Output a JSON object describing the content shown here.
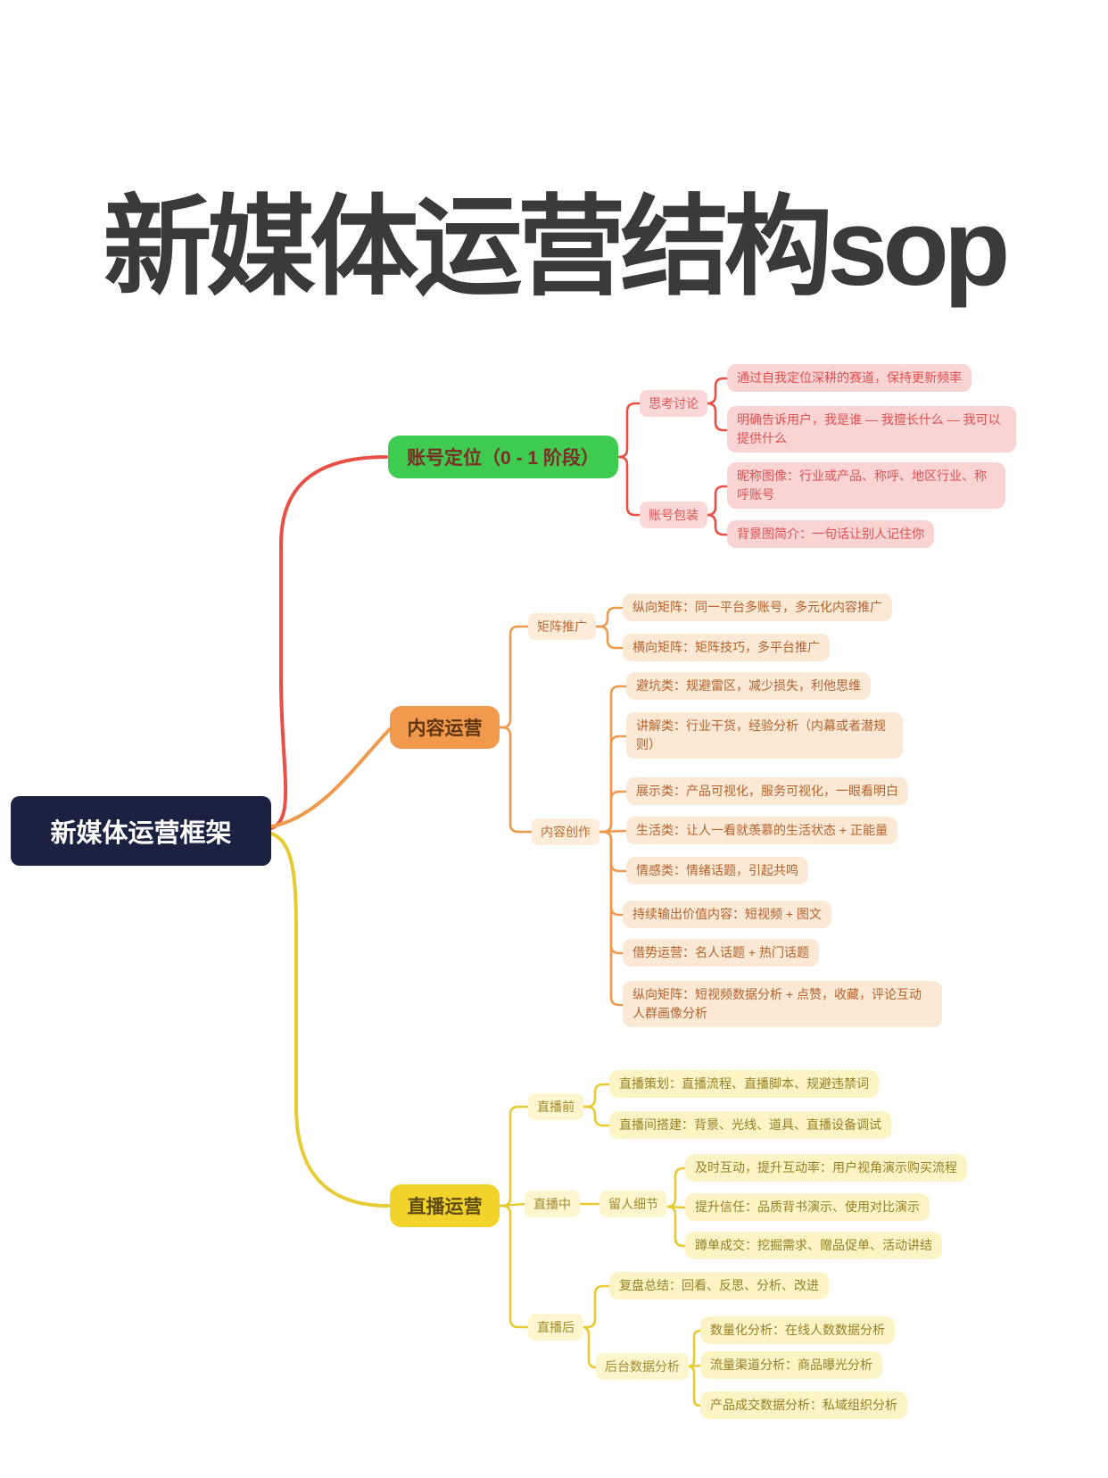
{
  "title": "新媒体运营结构sop",
  "root": {
    "label": "新媒体运营框架"
  },
  "colors": {
    "branch_red": "#e85045",
    "branch_orange": "#ee9a4d",
    "branch_yellow": "#e7cb32",
    "box_green": "#3ecb50",
    "box_orange": "#f19a4d",
    "box_yellow": "#f2d32a",
    "central_navy": "#1b2140",
    "pink_bg": "#fad3d3",
    "cream_bg": "#fbe8d5",
    "lightyellow_bg": "#fdf4c6"
  },
  "branches": {
    "positioning": {
      "label": "账号定位（0 - 1 阶段）",
      "thinking": {
        "label": "思考讨论",
        "leaves": [
          "通过自我定位深耕的赛道，保持更新频率",
          "明确告诉用户，我是谁 — 我擅长什么 — 我可以提供什么"
        ]
      },
      "packaging": {
        "label": "账号包装",
        "leaves": [
          "昵称图像：行业或产品、称呼、地区行业、称呼账号",
          "背景图简介：一句话让别人记住你"
        ]
      }
    },
    "content": {
      "label": "内容运营",
      "matrix": {
        "label": "矩阵推广",
        "leaves": [
          "纵向矩阵：同一平台多账号，多元化内容推广",
          "横向矩阵：矩阵技巧，多平台推广"
        ]
      },
      "creation": {
        "label": "内容创作",
        "leaves": [
          "避坑类：规避雷区，减少损失，利他思维",
          "讲解类：行业干货，经验分析（内幕或者潜规则）",
          "展示类：产品可视化，服务可视化，一眼看明白",
          "生活类：让人一看就羡慕的生活状态 + 正能量",
          "情感类：情绪话题，引起共鸣",
          "持续输出价值内容：短视频 + 图文",
          "借势运营：名人话题 + 热门话题",
          "纵向矩阵：短视频数据分析 + 点赞，收藏，评论互动人群画像分析"
        ]
      }
    },
    "live": {
      "label": "直播运营",
      "before": {
        "label": "直播前",
        "leaves": [
          "直播策划：直播流程、直播脚本、规避违禁词",
          "直播间搭建：背景、光线、道具、直播设备调试"
        ]
      },
      "during": {
        "label": "直播中",
        "retain": {
          "label": "留人细节",
          "leaves": [
            "及时互动，提升互动率：用户视角演示购买流程",
            "提升信任：品质背书演示、使用对比演示",
            "蹲单成交：挖掘需求、赠品促单、活动讲结"
          ]
        }
      },
      "after": {
        "label": "直播后",
        "leaves": [
          "复盘总结：回看、反思、分析、改进"
        ],
        "analytics": {
          "label": "后台数据分析",
          "leaves": [
            "数量化分析：在线人数数据分析",
            "流量渠道分析：商品曝光分析",
            "产品成交数据分析：私域组织分析"
          ]
        }
      }
    }
  }
}
